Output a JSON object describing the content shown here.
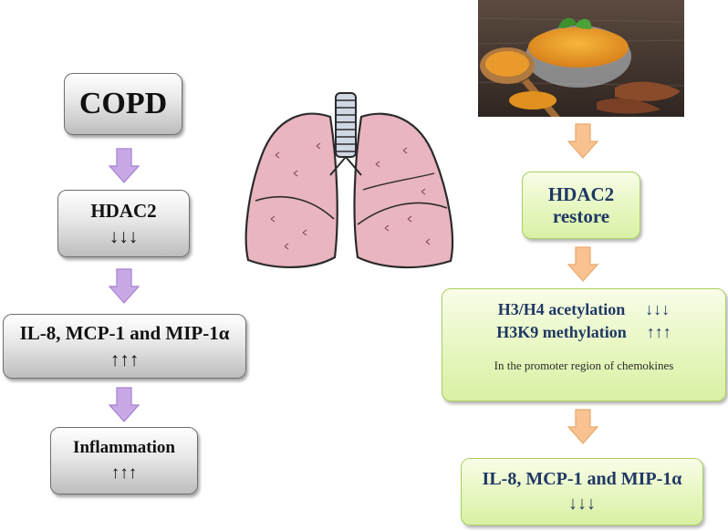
{
  "left_flow": {
    "copd": "COPD",
    "hdac2": {
      "title": "HDAC2",
      "arrows": "↓↓↓"
    },
    "chemokines": {
      "title": "IL-8, MCP-1 and MIP-1α",
      "arrows": "↑↑↑"
    },
    "inflammation": {
      "title": "Inflammation",
      "arrows": "↑↑↑"
    }
  },
  "right_flow": {
    "hdac2_restore": {
      "line1": "HDAC2",
      "line2": "restore"
    },
    "epigenetics": {
      "acetylation": "H3/H4 acetylation",
      "acetylation_arrows": "↓↓↓",
      "methylation": "H3K9 methylation",
      "methylation_arrows": "↑↑↑",
      "note": "In the promoter region of chemokines"
    },
    "chemokines": {
      "title": "IL-8, MCP-1 and MIP-1α",
      "arrows": "↓↓↓"
    }
  },
  "colors": {
    "left_arrow": "#c9a8e6",
    "right_arrow": "#f8c291",
    "green_text": "#1f3864",
    "lung_fill": "#e9b5c1"
  },
  "icons": [
    "lungs-illustration",
    "turmeric-photo"
  ]
}
